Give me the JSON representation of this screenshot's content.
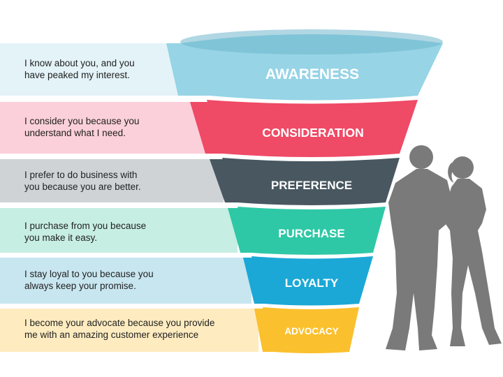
{
  "stages": [
    {
      "name": "AWARENESS",
      "text": "I know about you, and you\nhave peaked my interest.",
      "band_color": "#e3f3f8",
      "funnel_color": "#96d4e6",
      "funnel_shadow": "#6fb6cc"
    },
    {
      "name": "CONSIDERATION",
      "text": "I consider you because you\nunderstand what I need.",
      "band_color": "#fbd0da",
      "funnel_color": "#ef4a66",
      "funnel_shadow": "#c52f4b"
    },
    {
      "name": "PREFERENCE",
      "text": "I prefer to do business with\nyou because you are better.",
      "band_color": "#cfd3d6",
      "funnel_color": "#485760",
      "funnel_shadow": "#2f3c44"
    },
    {
      "name": "PURCHASE",
      "text": "I purchase from you because\nyou make it easy.",
      "band_color": "#c7eee2",
      "funnel_color": "#2ec8a6",
      "funnel_shadow": "#1d9c80"
    },
    {
      "name": "LOYALTY",
      "text": "I stay loyal to you because you\nalways keep your promise.",
      "band_color": "#c8e6f0",
      "funnel_color": "#1ba8d6",
      "funnel_shadow": "#137fa6"
    },
    {
      "name": "ADVOCACY",
      "text": "I become your advocate because you provide\nme with an amazing customer experience",
      "band_color": "#feecc0",
      "funnel_color": "#fbc02d",
      "funnel_shadow": "#d99a12"
    }
  ],
  "silhouette_color": "#7a7a7a"
}
